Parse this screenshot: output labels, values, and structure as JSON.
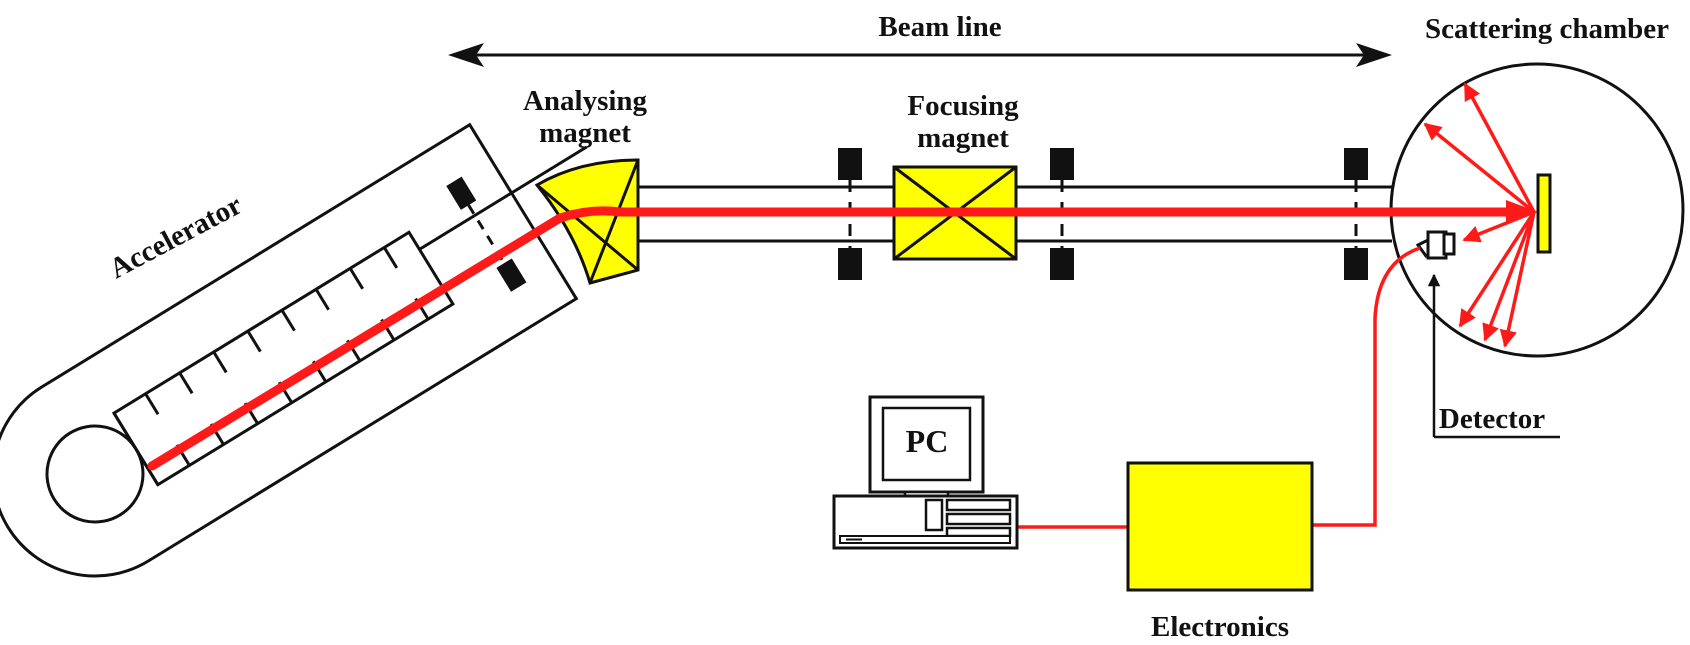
{
  "labels": {
    "beam_line": "Beam line",
    "scattering_chamber": "Scattering chamber",
    "analysing_magnet_line1": "Analysing",
    "analysing_magnet_line2": "magnet",
    "focusing_magnet_line1": "Focusing",
    "focusing_magnet_line2": "magnet",
    "accelerator": "Accelerator",
    "pc": "PC",
    "detector": "Detector",
    "electronics": "Electronics"
  },
  "colors": {
    "beam": "#ff1a1a",
    "magnet_fill": "#ffff00",
    "outline": "#111111",
    "background": "#ffffff"
  }
}
